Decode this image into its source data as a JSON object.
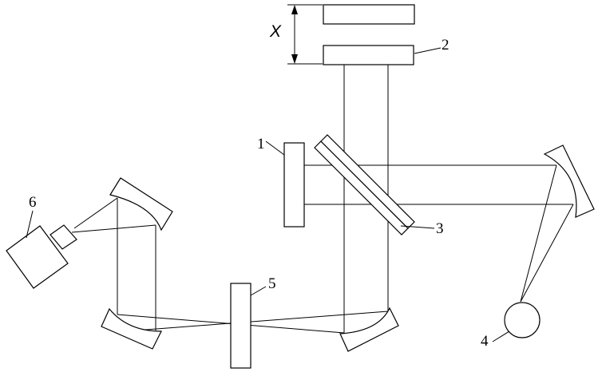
{
  "diagram": {
    "labels": {
      "x": "X",
      "part_1": "1",
      "part_2": "2",
      "part_3": "3",
      "part_4": "4",
      "part_5": "5",
      "part_6": "6"
    },
    "colors": {
      "line": "#000000",
      "background": "#ffffff"
    }
  }
}
